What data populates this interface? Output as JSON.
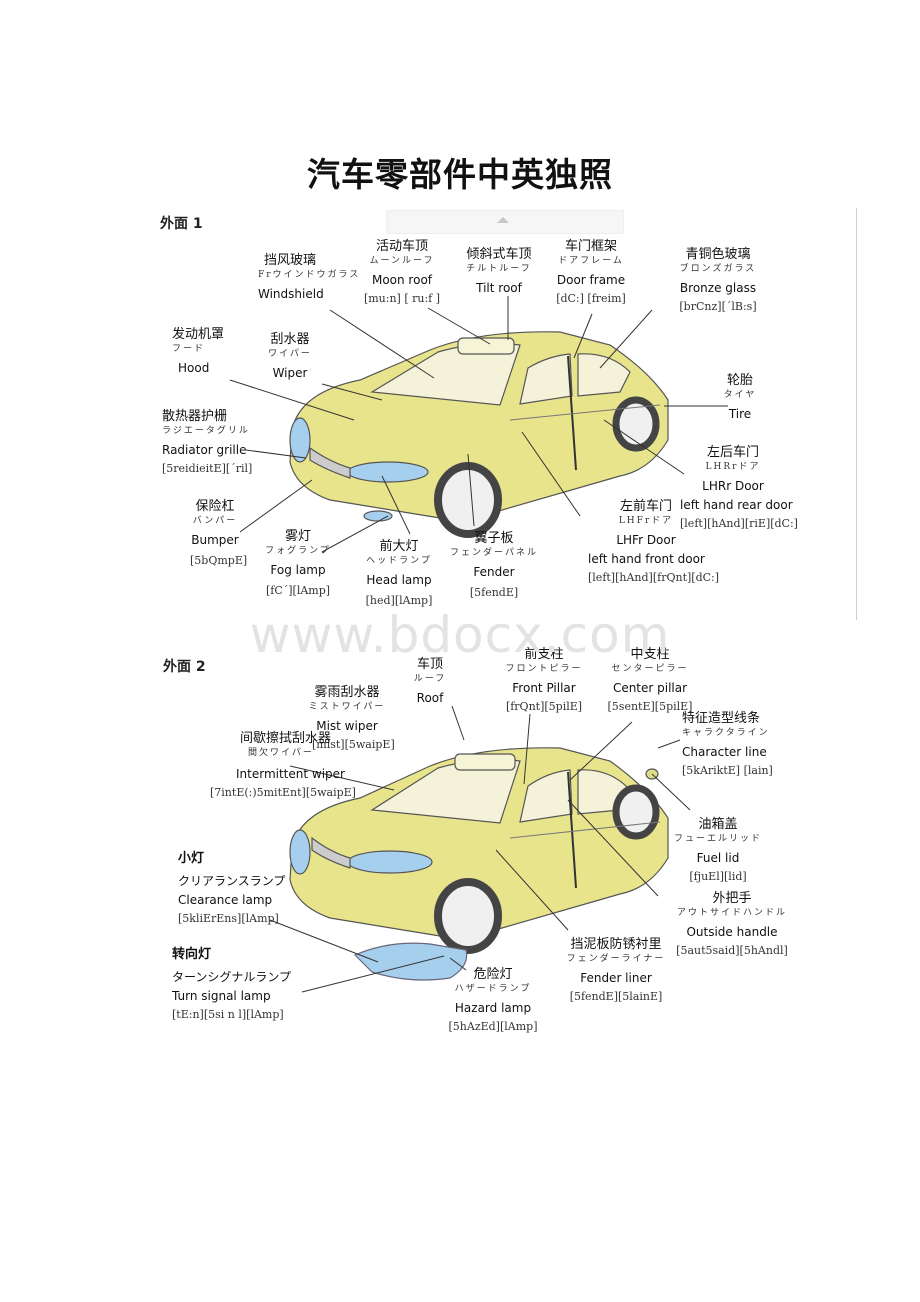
{
  "title": "汽车零部件中英独照",
  "sections": {
    "s1": "外面 1",
    "s2": "外面 2"
  },
  "watermark": "www.bdocx.com",
  "colors": {
    "car_body": "#e8e48c",
    "lamp": "#a6cfee",
    "line": "#333333"
  },
  "labels1": [
    {
      "id": "windshield",
      "zh": "挡风玻璃",
      "ja": "Frウインドウガラス",
      "en": "Windshield",
      "ph": ""
    },
    {
      "id": "moon_roof",
      "zh": "活动车顶",
      "ja": "ムーンルーフ",
      "en": "Moon roof",
      "ph": "[mu:n]  [ ru:f ]"
    },
    {
      "id": "tilt_roof",
      "zh": "倾斜式车顶",
      "ja": "チルトルーフ",
      "en": "Tilt roof",
      "ph": ""
    },
    {
      "id": "door_frame",
      "zh": "车门框架",
      "ja": "ドアフレーム",
      "en": "Door frame",
      "ph": "[dC:] [freim]"
    },
    {
      "id": "bronze_glass",
      "zh": "青铜色玻璃",
      "ja": "ブロンズガラス",
      "en": "Bronze glass",
      "ph": "[brCnz][ˊlB:s]"
    },
    {
      "id": "hood",
      "zh": "发动机罩",
      "ja": "フード",
      "en": "Hood",
      "ph": ""
    },
    {
      "id": "wiper",
      "zh": "刮水器",
      "ja": "ワイパー",
      "en": "Wiper",
      "ph": ""
    },
    {
      "id": "tire",
      "zh": "轮胎",
      "ja": "タイヤ",
      "en": "Tire",
      "ph": ""
    },
    {
      "id": "radiator",
      "zh": "散热器护栅",
      "ja": "ラジエータグリル",
      "en": "Radiator grille",
      "ph": "[5reidieitE][ˊril]"
    },
    {
      "id": "lh_rear",
      "zh": "左后车门",
      "ja": "LHRrドア",
      "en": "LHRr Door",
      "en2": "left hand rear door",
      "ph": "[left][hAnd][riE][dC:]"
    },
    {
      "id": "bumper",
      "zh": "保险杠",
      "ja": "バンパー",
      "en": "Bumper",
      "ph": "[5bQmpE]"
    },
    {
      "id": "fog_lamp",
      "zh": "雾灯",
      "ja": "フォグランプ",
      "en": "Fog lamp",
      "ph": "[fCˊ][lAmp]"
    },
    {
      "id": "head_lamp",
      "zh": "前大灯",
      "ja": "ヘッドランプ",
      "en": "Head lamp",
      "ph": "[hed][lAmp]"
    },
    {
      "id": "fender",
      "zh": "翼子板",
      "ja": "フェンダーパネル",
      "en": "Fender",
      "ph": "[5fendE]"
    },
    {
      "id": "lh_front",
      "zh": "左前车门",
      "ja": "LHFrドア",
      "en": "LHFr Door",
      "en2": "left hand front door",
      "ph": "[left][hAnd][frQnt][dC:]"
    }
  ],
  "labels2": [
    {
      "id": "roof",
      "zh": "车顶",
      "ja": "ルーフ",
      "en": "Roof",
      "ph": ""
    },
    {
      "id": "front_pillar",
      "zh": "前支柱",
      "ja": "フロントピラー",
      "en": "Front    Pillar",
      "ph": "[frQnt][5pilE]"
    },
    {
      "id": "center_pillar",
      "zh": "中支柱",
      "ja": "センターピラー",
      "en": "Center pillar",
      "ph": "[5sentE][5pilE]"
    },
    {
      "id": "mist_wiper",
      "zh": "雾雨刮水器",
      "ja": "ミストワイパー",
      "en": "Mist wiper",
      "ph": "[mist][5waipE]"
    },
    {
      "id": "intermittent",
      "zh": "间歇擦拭刮水器",
      "ja": "間欠ワイパー",
      "en": "Intermittent wiper",
      "ph": "[7intE(:)5mitEnt][5waipE]"
    },
    {
      "id": "character_line",
      "zh": "特征造型线条",
      "ja": "キャラクタライン",
      "en": "Character line",
      "ph": "[5kAriktE] [lain]"
    },
    {
      "id": "fuel_lid",
      "zh": "油箱盖",
      "ja": "フューエルリッド",
      "en": "Fuel lid",
      "ph": "[fjuEl][lid]"
    },
    {
      "id": "clearance",
      "zh": "小灯",
      "ja": "クリアランスランプ",
      "en": "Clearance lamp",
      "ph": "[5kliErEns][lAmp]"
    },
    {
      "id": "outside_handle",
      "zh": "外把手",
      "ja": "アウトサイドハンドル",
      "en": "Outside handle",
      "ph": "[5aut5said][5hAndl]"
    },
    {
      "id": "turn_signal",
      "zh": "转向灯",
      "ja": "ターンシグナルランプ",
      "en": "Turn signal lamp",
      "ph": "[tE:n][5si n l][lAmp]"
    },
    {
      "id": "fender_liner",
      "zh": "挡泥板防锈衬里",
      "ja": "フェンダーライナー",
      "en": "Fender liner",
      "ph": "[5fendE][5lainE]"
    },
    {
      "id": "hazard",
      "zh": "危险灯",
      "ja": "ハザードランプ",
      "en": "Hazard  lamp",
      "ph": "[5hAzEd][lAmp]"
    }
  ]
}
